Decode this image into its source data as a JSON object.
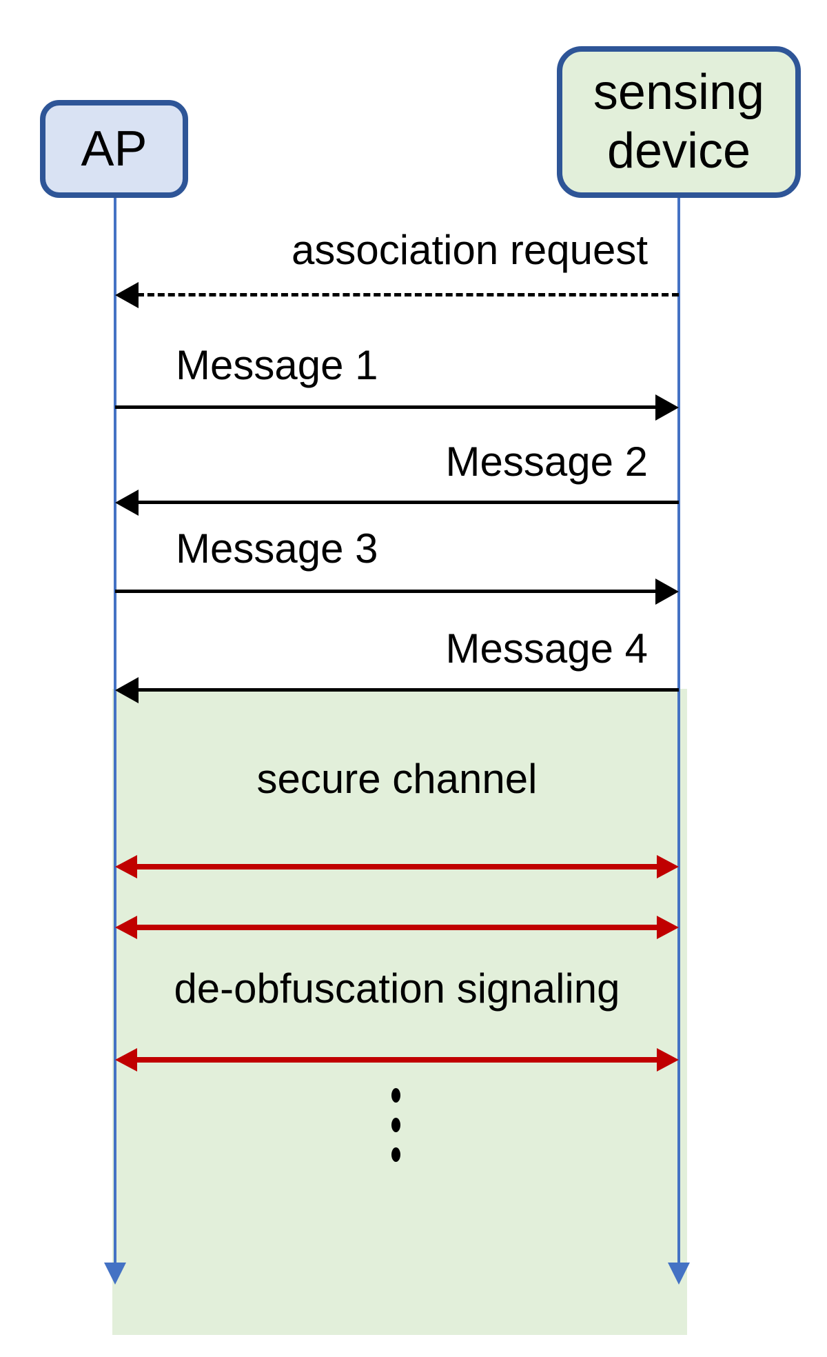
{
  "actors": {
    "ap": {
      "label": "AP"
    },
    "sensing": {
      "lines": [
        "sensing",
        "device"
      ]
    }
  },
  "messages": {
    "association": {
      "label": "association request",
      "direction": "device-to-ap",
      "line_style": "dashed"
    },
    "m1": {
      "label": "Message 1",
      "direction": "ap-to-device",
      "line_style": "solid"
    },
    "m2": {
      "label": "Message 2",
      "direction": "device-to-ap",
      "line_style": "solid"
    },
    "m3": {
      "label": "Message 3",
      "direction": "ap-to-device",
      "line_style": "solid"
    },
    "m4": {
      "label": "Message 4",
      "direction": "device-to-ap",
      "line_style": "solid"
    }
  },
  "sections": {
    "secure_channel": {
      "label": "secure channel",
      "arrow_count": 2,
      "arrow_style": "bidirectional"
    },
    "deobfuscation": {
      "label": "de-obfuscation signaling",
      "arrow_count": 1,
      "arrow_style": "bidirectional"
    }
  },
  "ellipsis": {
    "dot_count": 3
  },
  "colors": {
    "actor_border": "#2E5597",
    "ap_fill": "#D9E2F3",
    "device_fill": "#E2EFDA",
    "secure_region_fill": "#E2EFDA",
    "lifeline": "#4472C4",
    "message_arrow": "#000000",
    "secure_arrow": "#C00000",
    "text": "#000000",
    "background": "#FFFFFF"
  }
}
